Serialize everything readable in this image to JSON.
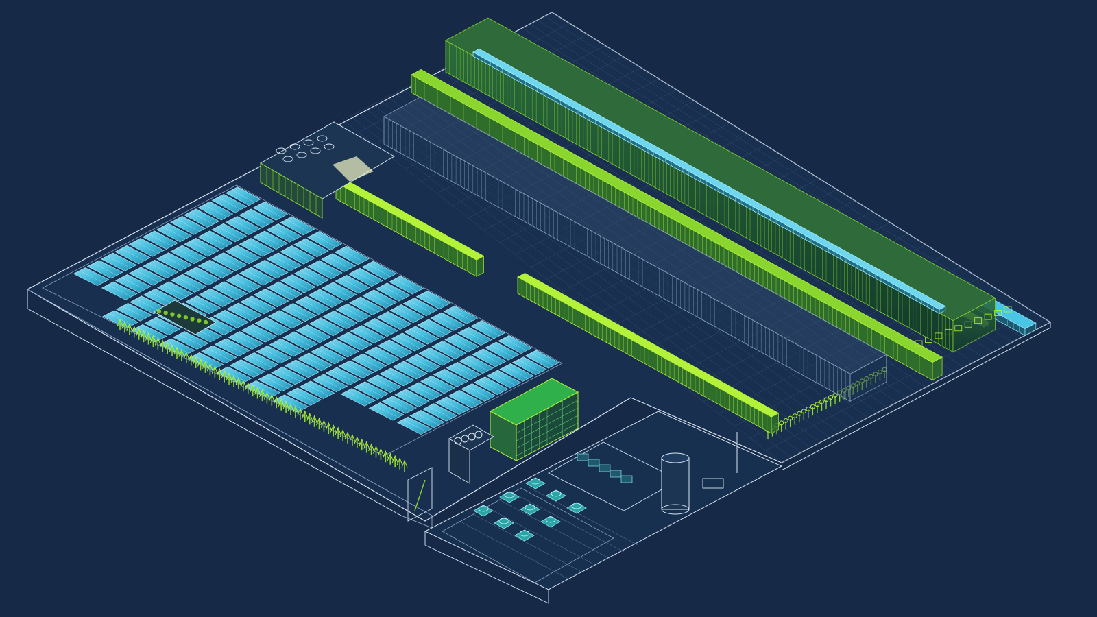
{
  "scene": {
    "background": "#162a48",
    "colors": {
      "outline": "#d9e6f2",
      "outline_dim": "#8aa3bf",
      "grid": "#4a6584",
      "cyan": "#49c6e6",
      "cyan_light": "#8fe3f7",
      "cyan_dark": "#1f8fb3",
      "green": "#8ad52e",
      "green_bright": "#b4f23a",
      "green_dark": "#3f8a2a",
      "teal": "#2aa6a6",
      "teal_dark": "#14505a"
    },
    "panel_grid": {
      "blocks": 3,
      "rows_per_block": 5,
      "cols_per_block": 4
    },
    "rack_rows": 4,
    "chiller_units": 9
  },
  "labels": {}
}
